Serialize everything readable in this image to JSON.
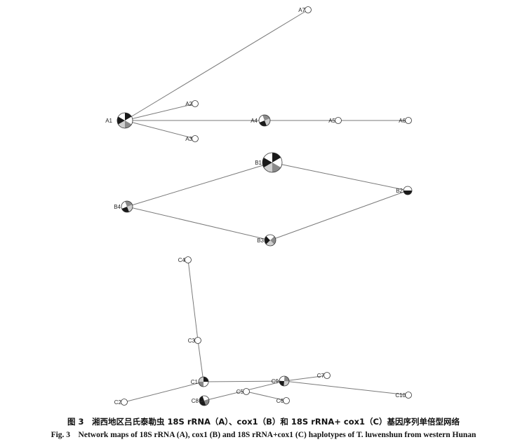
{
  "figure": {
    "network_A": {
      "nodes": [
        {
          "id": "A1",
          "label": "A1",
          "fill": "pie-mixed"
        },
        {
          "id": "A2",
          "label": "A2",
          "fill": "empty"
        },
        {
          "id": "A3",
          "label": "A3",
          "fill": "empty"
        },
        {
          "id": "A4",
          "label": "A4",
          "fill": "pie-mixed"
        },
        {
          "id": "A5",
          "label": "A5",
          "fill": "empty"
        },
        {
          "id": "A6",
          "label": "A6",
          "fill": "empty"
        },
        {
          "id": "A7",
          "label": "A7",
          "fill": "empty"
        }
      ],
      "edges": [
        [
          "A1",
          "A7"
        ],
        [
          "A1",
          "A2"
        ],
        [
          "A1",
          "A3"
        ],
        [
          "A1",
          "A4"
        ],
        [
          "A4",
          "A5"
        ],
        [
          "A5",
          "A6"
        ]
      ]
    },
    "network_B": {
      "nodes": [
        {
          "id": "B1",
          "label": "B1",
          "fill": "pie-mixed"
        },
        {
          "id": "B2",
          "label": "B2",
          "fill": "half"
        },
        {
          "id": "B3",
          "label": "B3",
          "fill": "pie-mixed"
        },
        {
          "id": "B4",
          "label": "B4",
          "fill": "pie-mixed"
        }
      ],
      "edges": [
        [
          "B4",
          "B1"
        ],
        [
          "B1",
          "B2"
        ],
        [
          "B2",
          "B3"
        ],
        [
          "B3",
          "B4"
        ]
      ]
    },
    "network_C": {
      "nodes": [
        {
          "id": "C1",
          "label": "C1",
          "fill": "pie-mixed"
        },
        {
          "id": "C2",
          "label": "C2",
          "fill": "empty"
        },
        {
          "id": "C3",
          "label": "C3",
          "fill": "empty"
        },
        {
          "id": "C4",
          "label": "C4",
          "fill": "empty"
        },
        {
          "id": "C5",
          "label": "C5",
          "fill": "empty"
        },
        {
          "id": "C6",
          "label": "C6",
          "fill": "empty"
        },
        {
          "id": "C7",
          "label": "C7",
          "fill": "empty"
        },
        {
          "id": "C8",
          "label": "C8",
          "fill": "pie-mixed"
        },
        {
          "id": "C9",
          "label": "C9",
          "fill": "pie-mixed"
        },
        {
          "id": "C10",
          "label": "C10",
          "fill": "empty"
        }
      ],
      "edges": [
        [
          "C4",
          "C3"
        ],
        [
          "C3",
          "C1"
        ],
        [
          "C1",
          "C2"
        ],
        [
          "C1",
          "C9"
        ],
        [
          "C9",
          "C7"
        ],
        [
          "C9",
          "C10"
        ],
        [
          "C9",
          "C8"
        ],
        [
          "C5",
          "C6"
        ]
      ]
    },
    "colors": {
      "edge": "#7a7a7a",
      "dark": "#1a1a1a",
      "mid": "#8a8a8a",
      "light": "#cfcfcf",
      "empty": "#ffffff"
    },
    "caption_zh": "图 3　湘西地区吕氏泰勒虫 18S rRNA（A）、cox1（B）和 18S rRNA+ cox1（C）基因序列单倍型网络",
    "caption_en": "Fig. 3　Network maps of 18S rRNA (A), cox1 (B) and 18S rRNA+cox1 (C) haplotypes of T. luwenshun from western Hunan"
  }
}
